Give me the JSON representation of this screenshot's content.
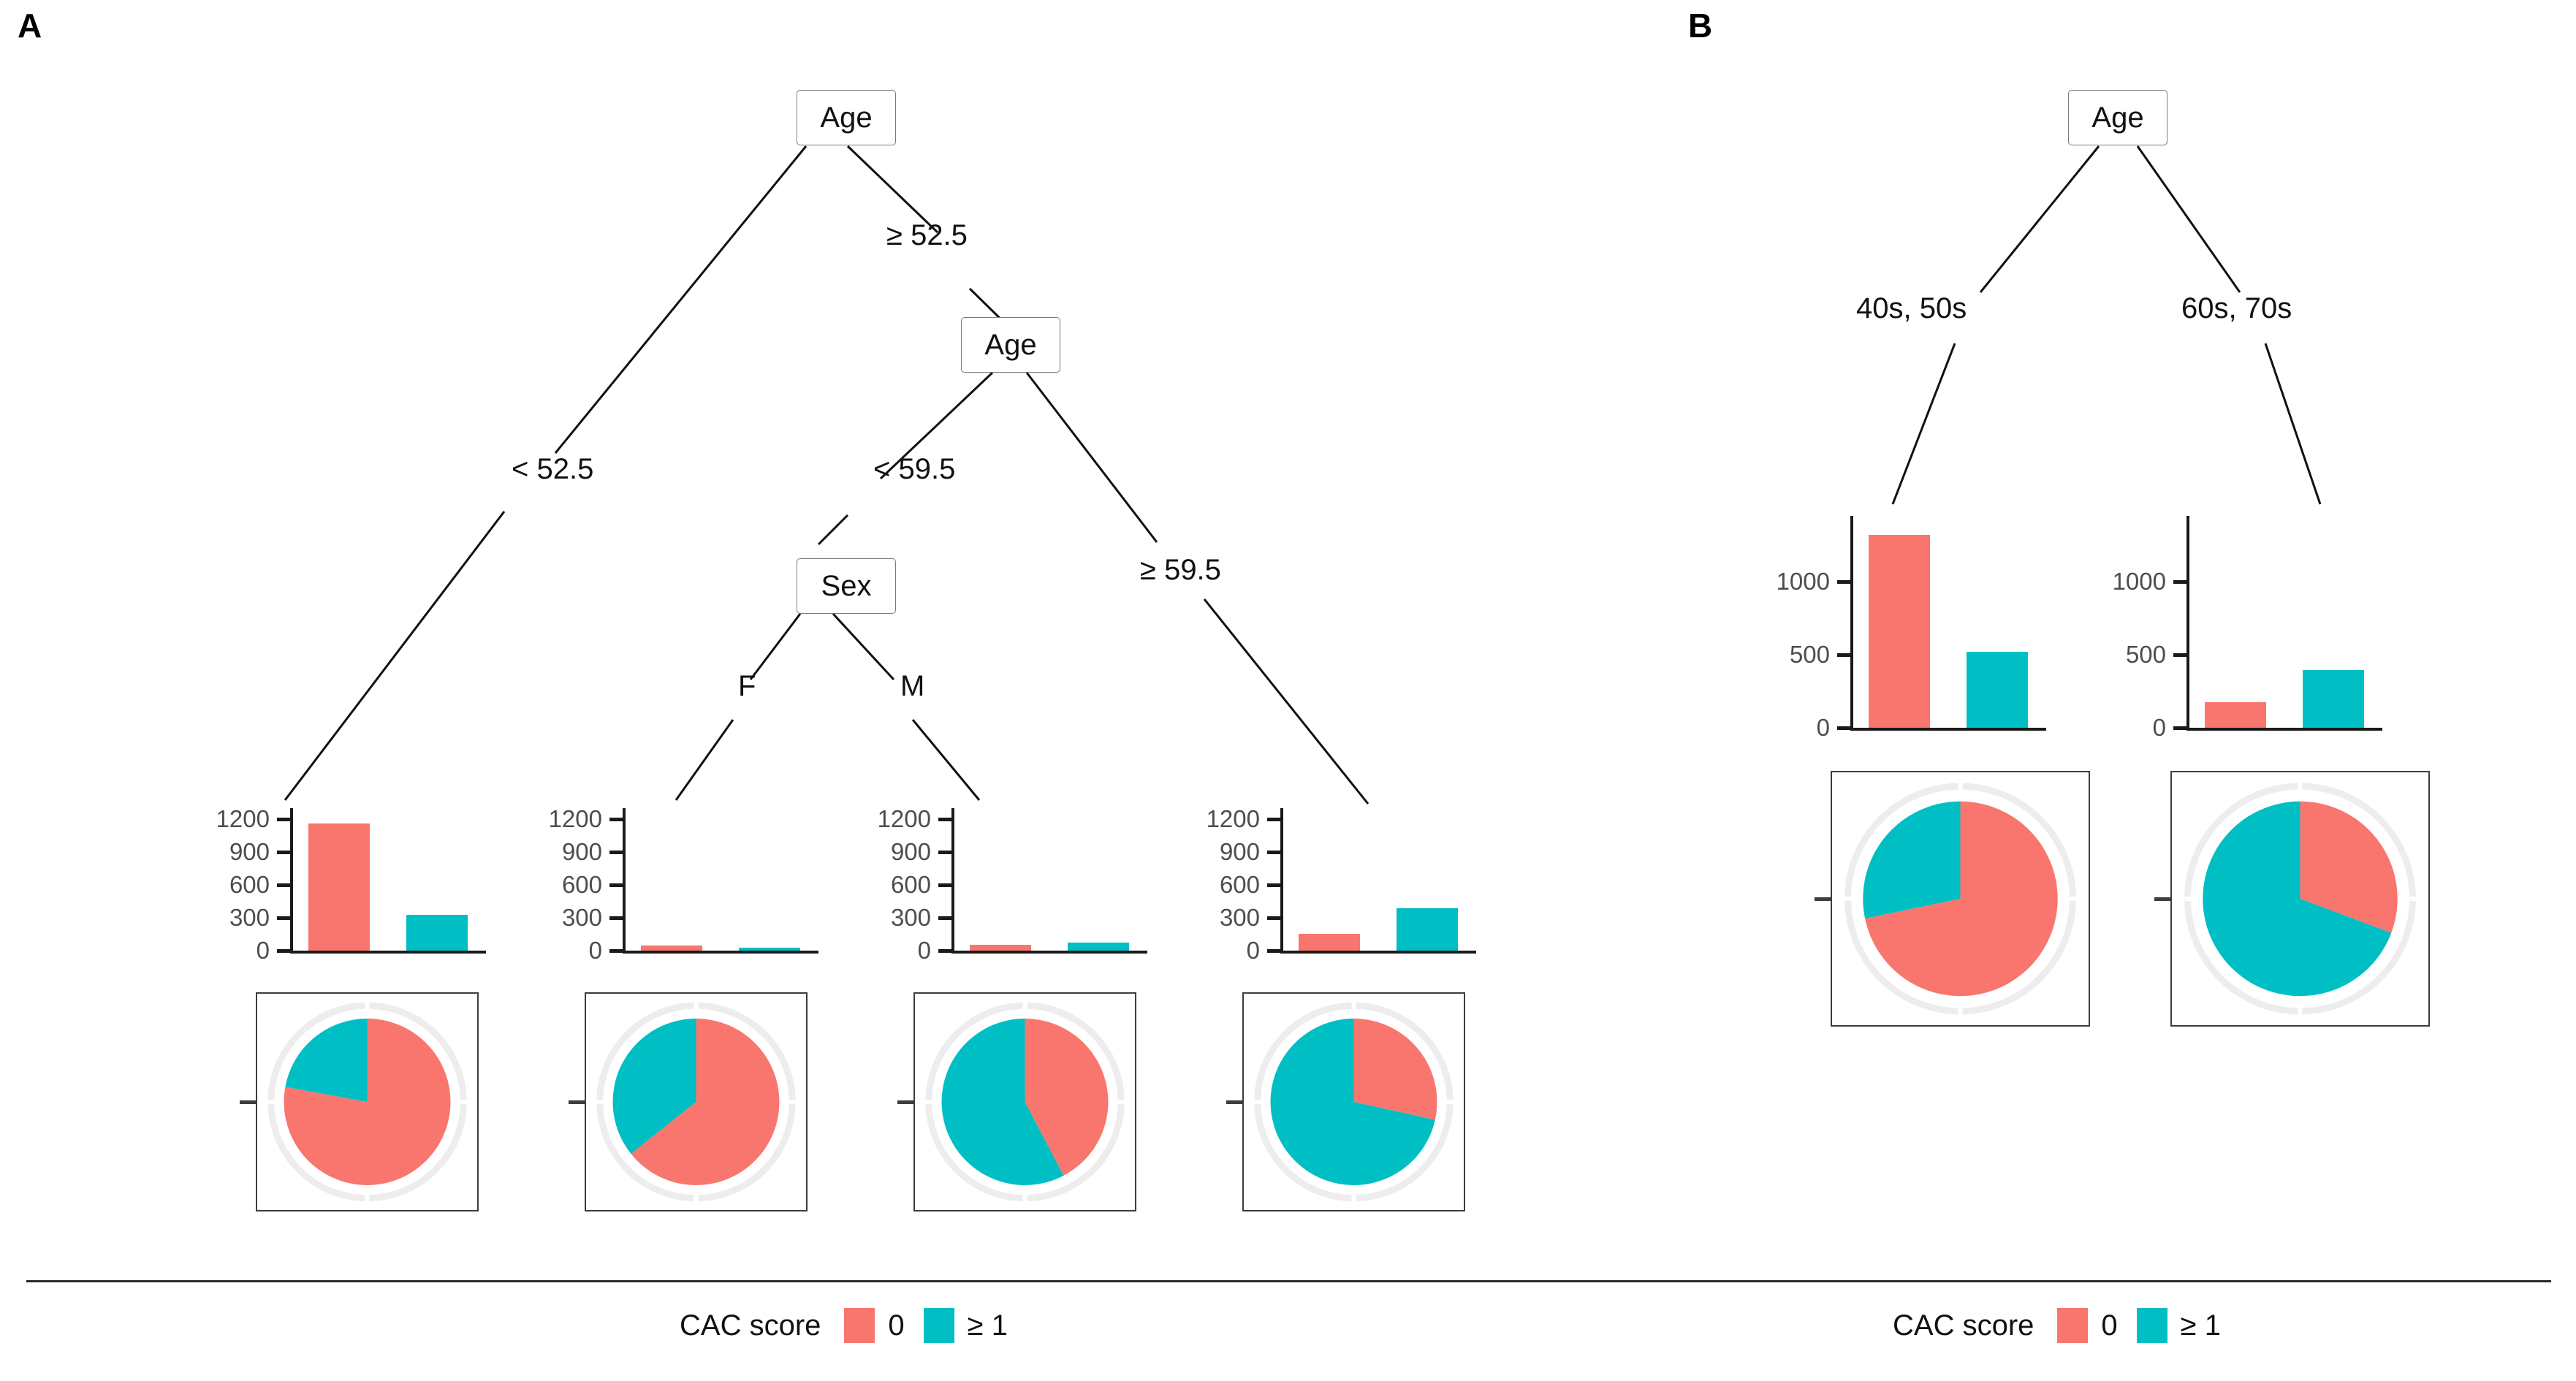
{
  "figure": {
    "legend_title": "CAC score",
    "colors": {
      "cac_0": "#F8766D",
      "cac_ge1": "#00BFC4",
      "ring": "#EDEDED",
      "axis": "#1a1a1a"
    },
    "legend_items": [
      {
        "label": "0",
        "color": "#F8766D"
      },
      {
        "label": "≥ 1",
        "color": "#00BFC4"
      }
    ]
  },
  "panels": [
    {
      "label": "A",
      "nodes": [
        {
          "id": "root",
          "text": "Age"
        },
        {
          "id": "age2",
          "text": "Age"
        },
        {
          "id": "sex",
          "text": "Sex"
        }
      ],
      "edge_labels": [
        {
          "id": "root-left",
          "text": "< 52.5"
        },
        {
          "id": "root-right",
          "text": "≥ 52.5"
        },
        {
          "id": "age2-left",
          "text": "< 59.5"
        },
        {
          "id": "age2-right",
          "text": "≥ 59.5"
        },
        {
          "id": "sex-left",
          "text": "F"
        },
        {
          "id": "sex-right",
          "text": "M"
        }
      ],
      "leaves": [
        {
          "id": "leaf-a1",
          "chart_ref": 0
        },
        {
          "id": "leaf-a2",
          "chart_ref": 1
        },
        {
          "id": "leaf-a3",
          "chart_ref": 2
        },
        {
          "id": "leaf-a4",
          "chart_ref": 3
        }
      ]
    },
    {
      "label": "B",
      "nodes": [
        {
          "id": "root",
          "text": "Age"
        }
      ],
      "edge_labels": [
        {
          "id": "root-left",
          "text": "40s, 50s"
        },
        {
          "id": "root-right",
          "text": "60s, 70s"
        }
      ],
      "leaves": [
        {
          "id": "leaf-b1",
          "chart_ref": 4
        },
        {
          "id": "leaf-b2",
          "chart_ref": 5
        }
      ]
    }
  ],
  "chart_data": [
    {
      "id": "a1-bar",
      "type": "bar",
      "panel": "A",
      "node_path": "Age < 52.5",
      "categories": [
        "0",
        "≥ 1"
      ],
      "values": [
        1160,
        330
      ],
      "colors": [
        "#F8766D",
        "#00BFC4"
      ],
      "ylim": [
        0,
        1300
      ],
      "yticks": [
        0,
        300,
        600,
        900,
        1200
      ],
      "yticklabels": [
        "0",
        "300",
        "600",
        "900",
        "1200"
      ],
      "xlabel": "",
      "ylabel": "",
      "title": "",
      "grid": false
    },
    {
      "id": "a1-pie",
      "type": "pie",
      "panel": "A",
      "node_path": "Age < 52.5",
      "labels": [
        "0",
        "≥ 1"
      ],
      "values": [
        1160,
        330
      ],
      "percentages": [
        77.9,
        22.1
      ],
      "colors": [
        "#F8766D",
        "#00BFC4"
      ],
      "start_angle_deg": 0,
      "direction": "clockwise"
    },
    {
      "id": "a2-bar",
      "type": "bar",
      "panel": "A",
      "node_path": "Age ≥ 52.5, Age < 59.5, Sex = F",
      "categories": [
        "0",
        "≥ 1"
      ],
      "values": [
        45,
        25
      ],
      "colors": [
        "#F8766D",
        "#00BFC4"
      ],
      "ylim": [
        0,
        1300
      ],
      "yticks": [
        0,
        300,
        600,
        900,
        1200
      ],
      "yticklabels": [
        "0",
        "300",
        "600",
        "900",
        "1200"
      ],
      "xlabel": "",
      "ylabel": "",
      "title": "",
      "grid": false
    },
    {
      "id": "a2-pie",
      "type": "pie",
      "panel": "A",
      "node_path": "Age ≥ 52.5, Age < 59.5, Sex = F",
      "labels": [
        "0",
        "≥ 1"
      ],
      "values": [
        45,
        25
      ],
      "percentages": [
        64.3,
        35.7
      ],
      "colors": [
        "#F8766D",
        "#00BFC4"
      ],
      "start_angle_deg": 0,
      "direction": "clockwise"
    },
    {
      "id": "a3-bar",
      "type": "bar",
      "panel": "A",
      "node_path": "Age ≥ 52.5, Age < 59.5, Sex = M",
      "categories": [
        "0",
        "≥ 1"
      ],
      "values": [
        55,
        75
      ],
      "colors": [
        "#F8766D",
        "#00BFC4"
      ],
      "ylim": [
        0,
        1300
      ],
      "yticks": [
        0,
        300,
        600,
        900,
        1200
      ],
      "yticklabels": [
        "0",
        "300",
        "600",
        "900",
        "1200"
      ],
      "xlabel": "",
      "ylabel": "",
      "title": "",
      "grid": false
    },
    {
      "id": "a3-pie",
      "type": "pie",
      "panel": "A",
      "node_path": "Age ≥ 52.5, Age < 59.5, Sex = M",
      "labels": [
        "0",
        "≥ 1"
      ],
      "values": [
        55,
        75
      ],
      "percentages": [
        42.3,
        57.7
      ],
      "colors": [
        "#F8766D",
        "#00BFC4"
      ],
      "start_angle_deg": 0,
      "direction": "clockwise"
    },
    {
      "id": "a4-bar",
      "type": "bar",
      "panel": "A",
      "node_path": "Age ≥ 52.5, Age ≥ 59.5",
      "categories": [
        "0",
        "≥ 1"
      ],
      "values": [
        155,
        390
      ],
      "colors": [
        "#F8766D",
        "#00BFC4"
      ],
      "ylim": [
        0,
        1300
      ],
      "yticks": [
        0,
        300,
        600,
        900,
        1200
      ],
      "yticklabels": [
        "0",
        "300",
        "600",
        "900",
        "1200"
      ],
      "xlabel": "",
      "ylabel": "",
      "title": "",
      "grid": false
    },
    {
      "id": "a4-pie",
      "type": "pie",
      "panel": "A",
      "node_path": "Age ≥ 52.5, Age ≥ 59.5",
      "labels": [
        "0",
        "≥ 1"
      ],
      "values": [
        155,
        390
      ],
      "percentages": [
        28.4,
        71.6
      ],
      "colors": [
        "#F8766D",
        "#00BFC4"
      ],
      "start_angle_deg": 0,
      "direction": "clockwise"
    },
    {
      "id": "b1-bar",
      "type": "bar",
      "panel": "B",
      "node_path": "Age: 40s, 50s",
      "categories": [
        "0",
        "≥ 1"
      ],
      "values": [
        1320,
        520
      ],
      "colors": [
        "#F8766D",
        "#00BFC4"
      ],
      "ylim": [
        0,
        1450
      ],
      "yticks": [
        0,
        500,
        1000
      ],
      "yticklabels": [
        "0",
        "500",
        "1000"
      ],
      "xlabel": "",
      "ylabel": "",
      "title": "",
      "grid": false
    },
    {
      "id": "b1-pie",
      "type": "pie",
      "panel": "B",
      "node_path": "Age: 40s, 50s",
      "labels": [
        "0",
        "≥ 1"
      ],
      "values": [
        1320,
        520
      ],
      "percentages": [
        71.7,
        28.3
      ],
      "colors": [
        "#F8766D",
        "#00BFC4"
      ],
      "start_angle_deg": 0,
      "direction": "clockwise"
    },
    {
      "id": "b2-bar",
      "type": "bar",
      "panel": "B",
      "node_path": "Age: 60s, 70s",
      "categories": [
        "0",
        "≥ 1"
      ],
      "values": [
        175,
        395
      ],
      "colors": [
        "#F8766D",
        "#00BFC4"
      ],
      "ylim": [
        0,
        1450
      ],
      "yticks": [
        0,
        500,
        1000
      ],
      "yticklabels": [
        "0",
        "500",
        "1000"
      ],
      "xlabel": "",
      "ylabel": "",
      "title": "",
      "grid": false
    },
    {
      "id": "b2-pie",
      "type": "pie",
      "panel": "B",
      "node_path": "Age: 60s, 70s",
      "labels": [
        "0",
        "≥ 1"
      ],
      "values": [
        175,
        395
      ],
      "percentages": [
        30.7,
        69.3
      ],
      "colors": [
        "#F8766D",
        "#00BFC4"
      ],
      "start_angle_deg": 0,
      "direction": "clockwise"
    }
  ]
}
